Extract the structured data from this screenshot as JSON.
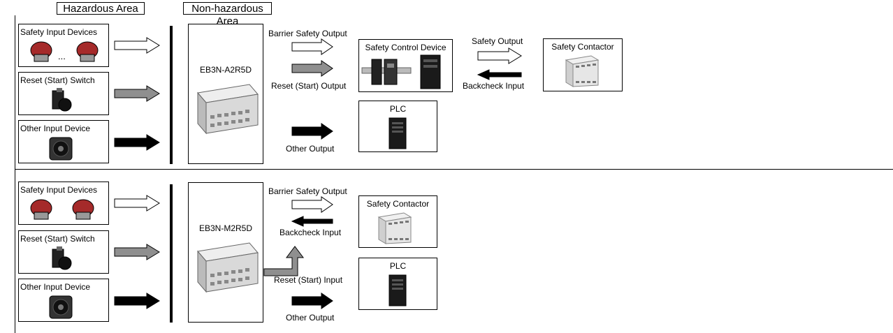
{
  "headers": {
    "hazardous": "Hazardous Area",
    "non_hazardous": "Non-hazardous Area"
  },
  "top": {
    "devices": {
      "safety_input": "Safety Input Devices",
      "ellipsis": "...",
      "reset_switch": "Reset (Start) Switch",
      "other_input": "Other Input Device"
    },
    "barrier_model": "EB3N-A2R5D",
    "labels": {
      "barrier_safety_output": "Barrier Safety Output",
      "reset_start_output": "Reset (Start) Output",
      "other_output": "Other Output",
      "safety_output": "Safety Output",
      "backcheck_input": "Backcheck Input"
    },
    "targets": {
      "safety_control_device": "Safety Control Device",
      "plc": "PLC",
      "safety_contactor": "Safety Contactor"
    }
  },
  "bottom": {
    "devices": {
      "safety_input": "Safety Input Devices",
      "reset_switch": "Reset (Start) Switch",
      "other_input": "Other Input Device"
    },
    "barrier_model": "EB3N-M2R5D",
    "labels": {
      "barrier_safety_output": "Barrier Safety Output",
      "backcheck_input": "Backcheck Input",
      "reset_start_input": "Reset (Start) Input",
      "other_output": "Other Output"
    },
    "targets": {
      "safety_contactor": "Safety Contactor",
      "plc": "PLC"
    }
  },
  "colors": {
    "arrow_white": "#ffffff",
    "arrow_gray": "#8f8f8f",
    "arrow_black": "#000000",
    "device_red": "#a52a2a",
    "module_gray": "#d9d9d9"
  },
  "icons": {
    "emergency_stop": "mushroom-button-icon",
    "reset_switch": "pushbutton-icon",
    "other_input": "square-button-icon",
    "barrier_unit": "terminal-unit-icon",
    "safety_controller": "din-rail-controller-icon",
    "plc": "plc-icon",
    "contactor": "contactor-icon"
  }
}
